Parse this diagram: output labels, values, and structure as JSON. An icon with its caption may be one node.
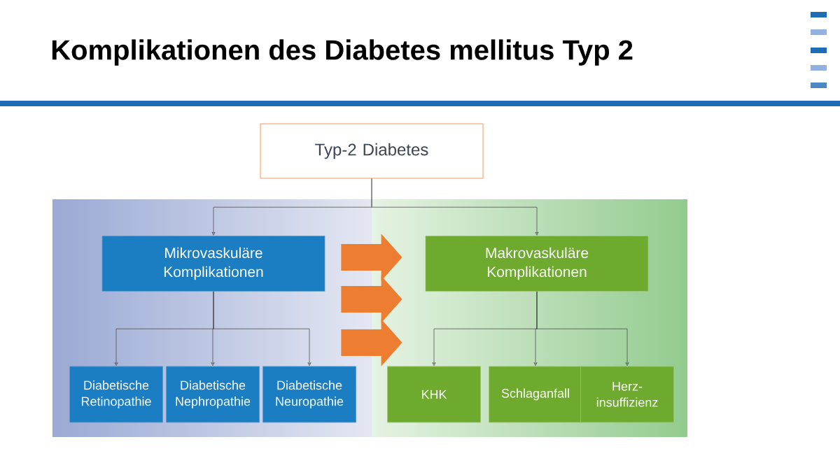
{
  "diagram": {
    "title": "Komplikationen des Diabetes mellitus Typ 2",
    "nodes": [
      {
        "text": [
          "Typ-2 Diabetes"
        ]
      },
      {
        "text": [
          "Mikrovaskuläre Komplikationen"
        ]
      },
      {
        "text": [
          "Makrovaskuläre Komplikationen"
        ]
      },
      {
        "text": [
          "Diabetische Retinopathie"
        ]
      },
      {
        "text": [
          "Diabetische Nephropathie"
        ]
      },
      {
        "text": [
          "Diabetische Neuropathie"
        ]
      },
      {
        "text": [
          "KHK"
        ]
      },
      {
        "text": [
          "Schlaganfall"
        ]
      },
      {
        "text": [
          "Herz- insuffizienz"
        ]
      }
    ],
    "edges": [
      {
        "from": 0,
        "to": 1,
        "arrow": "to"
      },
      {
        "from": 0,
        "to": 2,
        "arrow": "to"
      },
      {
        "from": 1,
        "to": 3,
        "arrow": "to"
      },
      {
        "from": 1,
        "to": 4,
        "arrow": "to"
      },
      {
        "from": 1,
        "to": 5,
        "arrow": "to"
      },
      {
        "from": 2,
        "to": 6,
        "arrow": "to"
      },
      {
        "from": 2,
        "to": 7,
        "arrow": "to"
      },
      {
        "from": 2,
        "to": 8,
        "arrow": "to"
      },
      {
        "from": 1,
        "to": 2,
        "arrow": "to",
        "style": "thick",
        "color": "#ed7d31"
      },
      {
        "from": 1,
        "to": 2,
        "arrow": "to",
        "style": "thick",
        "color": "#ed7d31"
      },
      {
        "from": 5,
        "to": 6,
        "arrow": "to",
        "style": "thick",
        "color": "#ed7d31"
      }
    ]
  }
}
